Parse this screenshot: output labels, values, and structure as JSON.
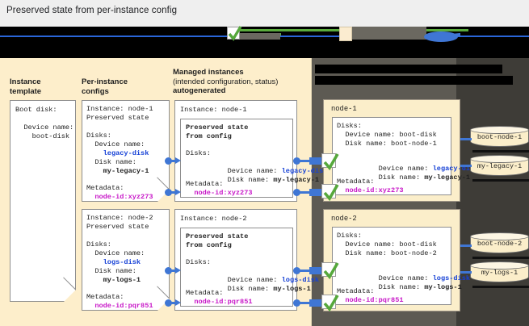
{
  "title": "Preserved state from per-instance config",
  "legend": {
    "redacted": true,
    "items": [
      {
        "icon": "checkmark-icon",
        "label": ""
      },
      {
        "icon": "beige-square-icon",
        "label": ""
      },
      {
        "icon": "blue-ellipse-icon",
        "label": ""
      }
    ]
  },
  "columns": {
    "instance_template": {
      "line1": "Instance",
      "line2": "template"
    },
    "per_instance_configs": {
      "line1": "Per-instance",
      "line2": "configs"
    },
    "managed_instances": {
      "line1": "Managed instances",
      "line2": "(intended configuration, status)",
      "line3": "autogenerated"
    },
    "right_panel_header": ""
  },
  "instance_template_card": {
    "lines": [
      "Boot disk:",
      "",
      "  Device name:",
      "    boot-disk"
    ]
  },
  "per_instance_configs": [
    {
      "instance": "Instance: node-1",
      "preserved": "Preserved state",
      "disks_label": "Disks:",
      "device_label": "  Device name:",
      "device_value": "    legacy-disk",
      "disk_label": "  Disk name:",
      "disk_value": "    my-legacy-1",
      "metadata_label": "Metadata:",
      "metadata_value": "  node-id:xyz273"
    },
    {
      "instance": "Instance: node-2",
      "preserved": "Preserved state",
      "disks_label": "Disks:",
      "device_label": "  Device name:",
      "device_value": "    logs-disk",
      "disk_label": "  Disk name:",
      "disk_value": "    my-logs-1",
      "metadata_label": "Metadata:",
      "metadata_value": "  node-id:pqr851"
    }
  ],
  "managed_instances": [
    {
      "instance": "Instance: node-1",
      "preserved1": "Preserved state",
      "preserved2": "from config",
      "disks_label": "Disks:",
      "device_prefix": "  Device name: ",
      "device_value": "legacy-disk",
      "disk_prefix": "  Disk name: ",
      "disk_value": "my-legacy-1",
      "metadata_label": "Metadata:",
      "metadata_value": "  node-id:xyz273"
    },
    {
      "instance": "Instance: node-2",
      "preserved1": "Preserved state",
      "preserved2": "from config",
      "disks_label": "Disks:",
      "device_prefix": "  Device name: ",
      "device_value": "logs-disk",
      "disk_prefix": "  Disk name: ",
      "disk_value": "my-logs-1",
      "metadata_label": "Metadata:",
      "metadata_value": "  node-id:pqr851"
    }
  ],
  "nodes": [
    {
      "name": "node-1",
      "disks_label": "Disks:",
      "boot_device": "  Device name: boot-disk",
      "boot_disk": "  Disk name: boot-node-1",
      "pres_device_prefix": "  Device name: ",
      "pres_device_value": "legacy-disk",
      "pres_disk_prefix": "  Disk name: ",
      "pres_disk_value": "my-legacy-1",
      "metadata_label": "Metadata:",
      "metadata_value": "  node-id:xyz273",
      "cylinders": [
        "boot-node-1",
        "my-legacy-1"
      ]
    },
    {
      "name": "node-2",
      "disks_label": "Disks:",
      "boot_device": "  Device name: boot-disk",
      "boot_disk": "  Disk name: boot-node-2",
      "pres_device_prefix": "  Device name: ",
      "pres_device_value": "logs-disk",
      "pres_disk_prefix": "  Disk name: ",
      "pres_disk_value": "my-logs-1",
      "metadata_label": "Metadata:",
      "metadata_value": "  node-id:pqr851",
      "cylinders": [
        "boot-node-2",
        "my-logs-1"
      ]
    }
  ],
  "colors": {
    "beige_panel": "#fdeecb",
    "gray_panel": "#5d5a53",
    "gray_dark": "#3e3c37",
    "blue_accent": "#3f76d4",
    "blue_text": "#1641d6",
    "magenta_text": "#c818c8",
    "green_check": "#56a83c",
    "card_bg": "#ffffff"
  }
}
